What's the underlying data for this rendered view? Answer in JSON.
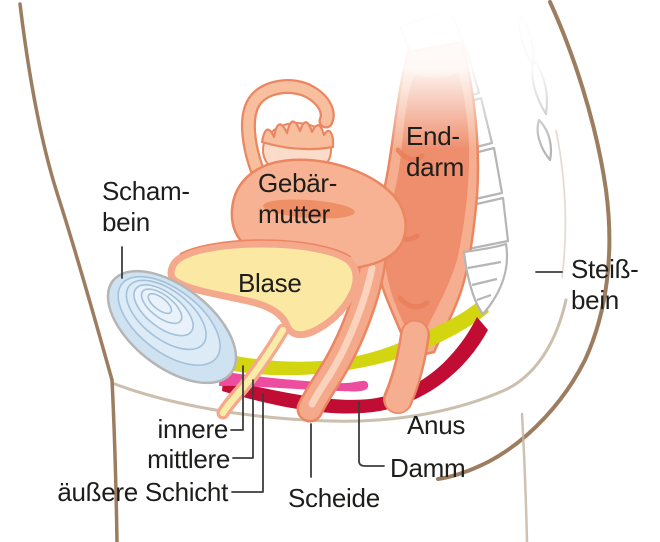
{
  "labels": {
    "schambein": {
      "line1": "Scham-",
      "line2": "bein"
    },
    "gebaermutter": {
      "line1": "Gebär-",
      "line2": "mutter"
    },
    "enddarm": {
      "line1": "End-",
      "line2": "darm"
    },
    "steissbein": {
      "line1": "Steiß-",
      "line2": "bein"
    },
    "blase": {
      "text": "Blase"
    },
    "anus": {
      "text": "Anus"
    },
    "damm": {
      "text": "Damm"
    },
    "scheide": {
      "text": "Scheide"
    },
    "schicht_innere": {
      "text": "innere"
    },
    "schicht_mittlere": {
      "text": "mittlere"
    },
    "schicht_aeussere": {
      "text": "äußere Schicht"
    }
  },
  "colors": {
    "body_outline": "#9c7d60",
    "thigh_back": "#c3b3a0",
    "crease": "#cdbfae",
    "crease_faint": "#d9d0c5",
    "bone_outline": "#b5b5b5",
    "pubic_fill": "#cfe2f1",
    "pubic_fill2": "#dcebf6",
    "pubic_fill3": "#e9f2fa",
    "pubic_contour": "#a3c1da",
    "organ_fill": "#f6b292",
    "organ_outline": "#eb8661",
    "cavity": "#ef8f68",
    "ovary_fill": "#fbdccb",
    "tube_fill": "#f8bf9f",
    "rectum_fill": "#f5af90",
    "rectum_inner": "#ee8e6d",
    "rectum_deep": "#e87e58",
    "bladder_fill": "#fbe9a3",
    "bladder_ring": "#f4a88c",
    "urethra_fill": "#f9eca9",
    "vagina_fill": "#f5a98b",
    "vagina_core": "#fbd2bc",
    "layer_inner": "#d3d511",
    "layer_middle": "#ec4d9f",
    "layer_outer": "#c10c33",
    "label_text": "#1d1d1b",
    "connector": "#3c3c3c"
  }
}
